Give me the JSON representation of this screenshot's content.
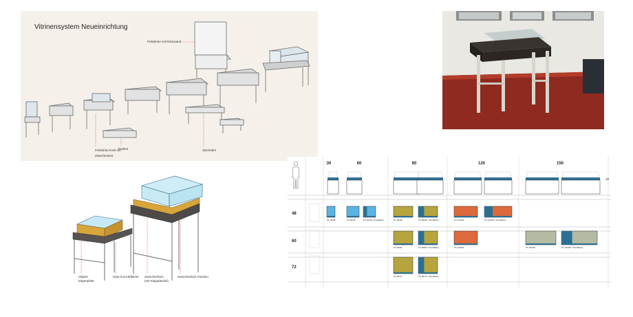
{
  "overview": {
    "title": "Vitrinensystem Neueinrichtung",
    "label_riickwand": "Pultvitrine mit Rückwand",
    "label_zwischentext_1": "Pultvitrine B 60 mit",
    "label_zwischentext_2": "Zwischentext",
    "label_podest": "Podest",
    "label_sitzmobel": "Sitzmöbel"
  },
  "detail": {
    "labels": [
      {
        "line1": "Objekt-",
        "line2": "trägerplatte"
      },
      {
        "line1": "Glas-/Leuchtfläche",
        "line2": ""
      },
      {
        "line1": "Zwischenfach",
        "line2": "(mit Klappdeckel)"
      },
      {
        "line1": "Zwischenfach Position",
        "line2": ""
      }
    ]
  },
  "matrix": {
    "col_headers": [
      "30",
      "60",
      "90",
      "120",
      "150"
    ],
    "row_headers": [
      "48",
      "60",
      "72"
    ],
    "side_label": "10",
    "cell_labels": {
      "r48c30": "PV 30/48",
      "r48c60a": "PV 60/48",
      "r48c60b": "PV 60/48 / Tischfläche",
      "r48c90a": "PV 90/48",
      "r48c90b": "PV 90/48 / Tischfläche",
      "r48c120a": "PV 120/48",
      "r48c120b": "PV 120/48 / Tischfläche",
      "r60c90a": "PV 90/60",
      "r60c90b": "PV 90/60 / Tischfläche",
      "r60c120a": "PV 120/60",
      "r60c150a": "PV 150/60",
      "r60c150b": "PV 150/60 / Tischfläche",
      "r72c90a": "PV 90/72",
      "r72c90b": "PV 90/72 / Tischfläche"
    },
    "colors": {
      "blue": "#5ab4e3",
      "olive": "#b6a43e",
      "orange": "#dc6a3c",
      "sage": "#b3bba3",
      "teal": "#2c6f94"
    }
  }
}
